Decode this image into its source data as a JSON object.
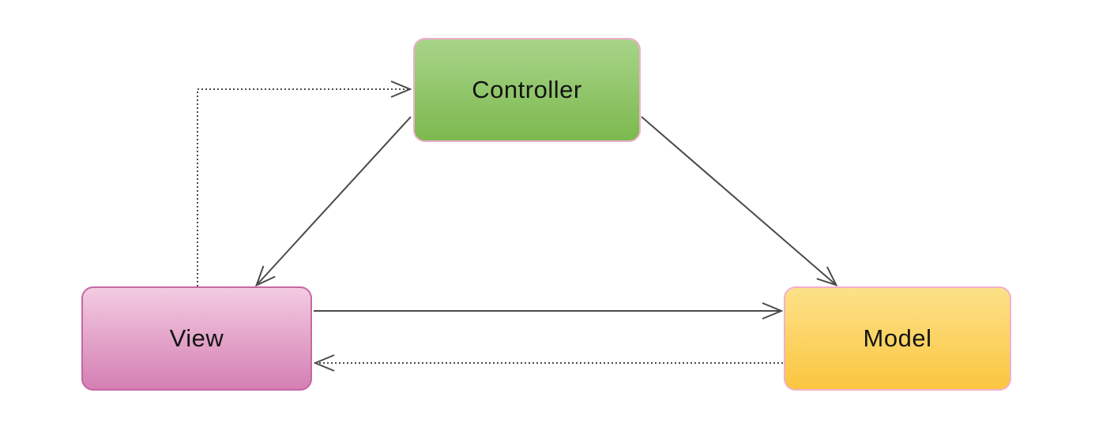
{
  "diagram": {
    "background": "#ffffff",
    "line_color": "#4a4a4a",
    "nodes": [
      {
        "id": "controller",
        "label": "Controller",
        "fill_top": "#a8d489",
        "fill_bottom": "#7cb94e",
        "border": "#efafce"
      },
      {
        "id": "view",
        "label": "View",
        "fill_top": "#f2cbe1",
        "fill_bottom": "#d57fb3",
        "border": "#c667a3"
      },
      {
        "id": "model",
        "label": "Model",
        "fill_top": "#fce189",
        "fill_bottom": "#fbc640",
        "border": "#f1b0cd"
      }
    ],
    "edges": [
      {
        "from": "View",
        "to": "Controller",
        "line": "dotted"
      },
      {
        "from": "Controller",
        "to": "View",
        "line": "solid"
      },
      {
        "from": "Controller",
        "to": "Model",
        "line": "solid"
      },
      {
        "from": "View",
        "to": "Model",
        "line": "solid"
      },
      {
        "from": "Model",
        "to": "View",
        "line": "dotted"
      }
    ]
  }
}
